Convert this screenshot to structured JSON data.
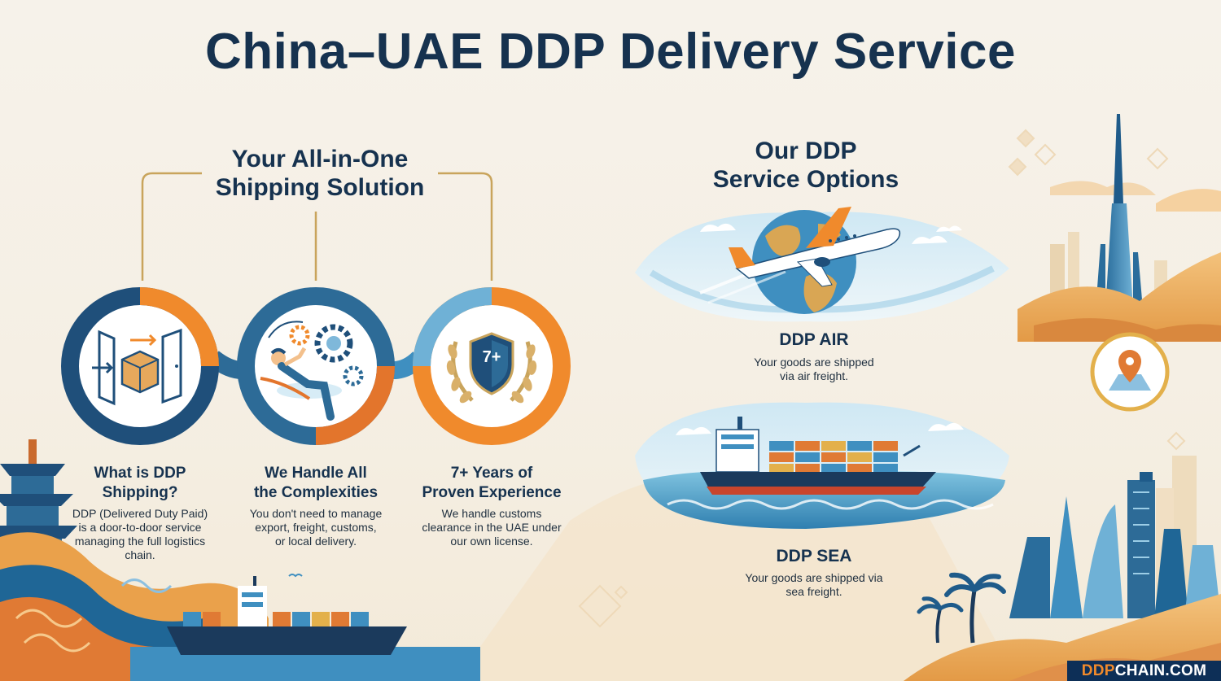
{
  "title": "China–UAE DDP Delivery Service",
  "left_section": {
    "title_line1": "Your All-in-One",
    "title_line2": "Shipping Solution",
    "features": [
      {
        "icon": "door-box-icon",
        "title_line1": "What is DDP",
        "title_line2": "Shipping?",
        "desc_lines": [
          "DDP (Delivered Duty Paid)",
          "is a door-to-door service",
          "managing the full logistics",
          "chain."
        ]
      },
      {
        "icon": "relaxing-person-gears-icon",
        "title_line1": "We Handle All",
        "title_line2": "the Complexities",
        "desc_lines": [
          "You don't need to manage",
          "export, freight, customs,",
          "or local delivery."
        ]
      },
      {
        "icon": "shield-laurel-icon",
        "badge_text": "7+",
        "title_line1": "7+ Years of",
        "title_line2": "Proven Experience",
        "desc_lines": [
          "We handle customs",
          "clearance in the UAE under",
          "our own license."
        ]
      }
    ]
  },
  "right_section": {
    "title_line1": "Our DDP",
    "title_line2": "Service Options",
    "options": [
      {
        "icon": "airplane-globe-icon",
        "title": "DDP AIR",
        "desc_lines": [
          "Your goods are shipped",
          "via air freight."
        ]
      },
      {
        "icon": "container-ship-icon",
        "title": "DDP SEA",
        "desc_lines": [
          "Your goods are shipped via",
          "sea freight."
        ]
      }
    ]
  },
  "brand": {
    "part1": "DDP",
    "part2": "CHAIN.COM"
  },
  "decor_icons": [
    "pagoda-icon",
    "burj-khalifa-icon",
    "location-pin-icon",
    "palm-tree-icon",
    "cargo-ship-icon"
  ],
  "colors": {
    "navy": "#16324f",
    "orange": "#f08a2c",
    "teal": "#3f8fc0",
    "gold": "#c9a45c",
    "sand": "#eab36a"
  }
}
